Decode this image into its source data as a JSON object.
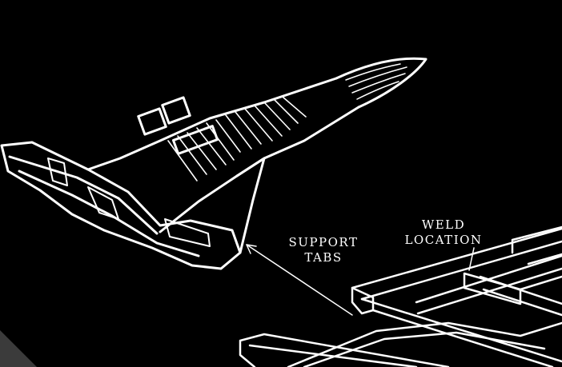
{
  "figure": {
    "background_color": "#000000",
    "line_color": "#ffffff",
    "corner_color": "#3b3b3b"
  },
  "labels": {
    "support_tabs": {
      "line1": "SUPPORT",
      "line2": "TABS"
    },
    "weld_location": {
      "line1": "WELD",
      "line2": "LOCATION"
    }
  }
}
